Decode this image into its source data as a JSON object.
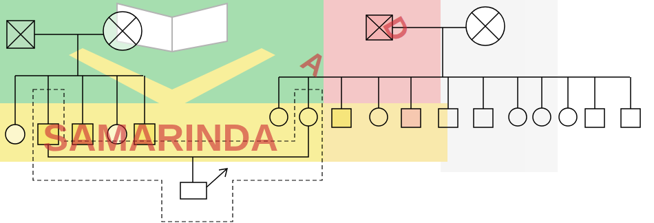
{
  "diagram": {
    "labels": [
      "SAMARINDA",
      "D",
      "A"
    ]
  }
}
